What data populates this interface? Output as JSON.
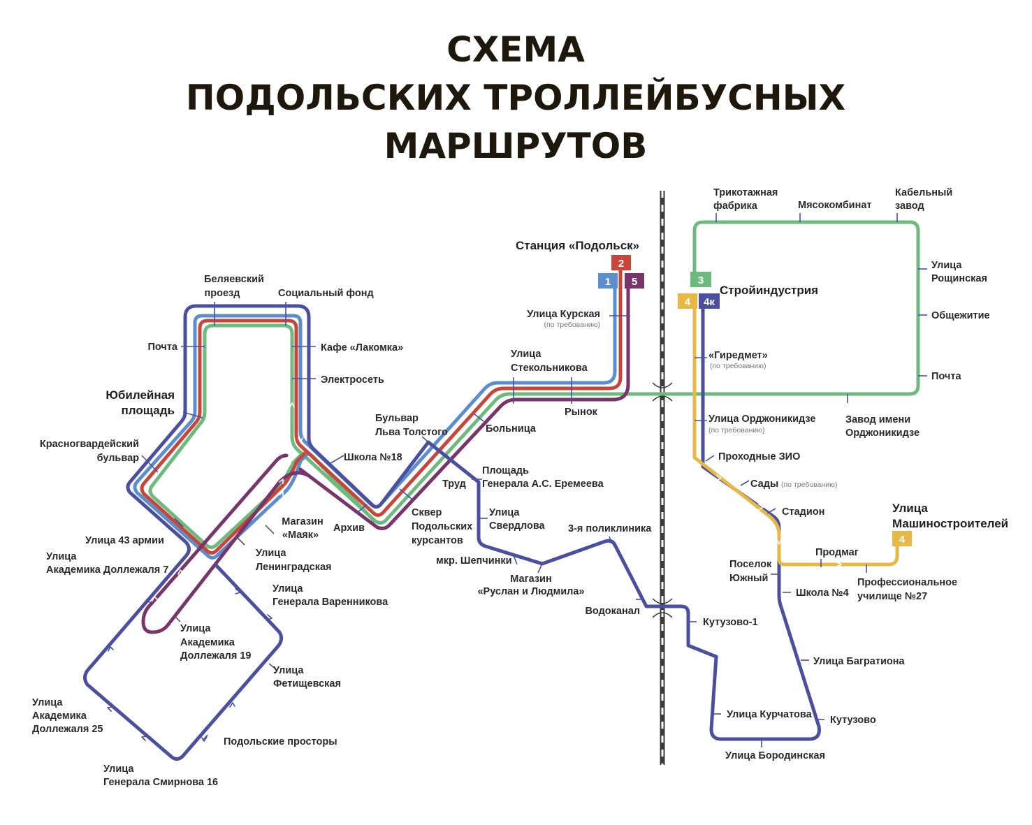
{
  "title": {
    "line1": "СХЕМА",
    "line2": "ПОДОЛЬСКИХ ТРОЛЛЕЙБУСНЫХ",
    "line3": "МАРШРУТОВ"
  },
  "route_colors": {
    "1": "#5b8ecf",
    "2": "#c8453a",
    "3": "#6dba7f",
    "4": "#e8b845",
    "4k": "#4a4fa0",
    "5": "#78356c"
  },
  "routes": [
    {
      "id": "1",
      "label": "1",
      "color": "#5b8ecf"
    },
    {
      "id": "2",
      "label": "2",
      "color": "#c8453a"
    },
    {
      "id": "3",
      "label": "3",
      "color": "#6dba7f"
    },
    {
      "id": "4",
      "label": "4",
      "color": "#e8b845"
    },
    {
      "id": "4k",
      "label": "4к",
      "color": "#4a4fa0"
    },
    {
      "id": "5",
      "label": "5",
      "color": "#78356c"
    }
  ],
  "terminals": {
    "podolsk": "Станция «Подольск»",
    "stroyindustriya": "Стройиндустрия",
    "mashinostroitelei_1": "Улица",
    "mashinostroitelei_2": "Машиностроителей",
    "yubileynaya_1": "Юбилейная",
    "yubileynaya_2": "площадь"
  },
  "railway_icon": "railway-line",
  "stops": {
    "belyaevsky_1": "Беляевский",
    "belyaevsky_2": "проезд",
    "social_fund": "Социальный фонд",
    "pochta_west": "Почта",
    "lakomka": "Кафе «Лакомка»",
    "elektroset": "Электросеть",
    "krasnogv_1": "Красногвардейский",
    "krasnogv_2": "бульвар",
    "shkola18": "Школа №18",
    "tolstoy_1": "Бульвар",
    "tolstoy_2": "Льва Толстого",
    "trud": "Труд",
    "arhiv": "Архив",
    "skver_1": "Сквер",
    "skver_2": "Подольских",
    "skver_3": "курсантов",
    "bolnitsa": "Больница",
    "steklo_1": "Улица",
    "steklo_2": "Стекольникова",
    "kurskaya": "Улица Курская",
    "kurskaya_note": "(по требованию)",
    "rynok": "Рынок",
    "eremeev_1": "Площадь",
    "eremeev_2": "Генерала А.С. Еремеева",
    "sverdlova_1": "Улица",
    "sverdlova_2": "Свердлова",
    "shepchinki": "мкр. Шепчинки",
    "ruslan_1": "Магазин",
    "ruslan_2": "«Руслан и Людмила»",
    "poliklinika3": "3-я поликлиника",
    "vodokanal": "Водоканал",
    "mayak_1": "Магазин",
    "mayak_2": "«Маяк»",
    "leningr_1": "Улица",
    "leningr_2": "Ленинградская",
    "a43": "Улица 43 армии",
    "dolle7_1": "Улица",
    "dolle7_2": "Академика Доллежаля 7",
    "varennikova_1": "Улица",
    "varennikova_2": "Генерала Варенникова",
    "dolle19_1": "Улица",
    "dolle19_2": "Академика",
    "dolle19_3": "Доллежаля 19",
    "fetishch_1": "Улица",
    "fetishch_2": "Фетищевская",
    "dolle25_1": "Улица",
    "dolle25_2": "Академика",
    "dolle25_3": "Доллежаля 25",
    "prostory": "Подольские просторы",
    "smirnova_1": "Улица",
    "smirnova_2": "Генерала Смирнова 16",
    "trikot_1": "Трикотажная",
    "trikot_2": "фабрика",
    "myaso": "Мясокомбинат",
    "kabel_1": "Кабельный",
    "kabel_2": "завод",
    "roshch_1": "Улица",
    "roshch_2": "Рощинская",
    "obshchezh": "Общежитие",
    "pochta_east": "Почта",
    "zavod_ordzh_1": "Завод имени",
    "zavod_ordzh_2": "Орджоникидзе",
    "giredmet": "«Гиредмет»",
    "giredmet_note": "(по требованию)",
    "ordzh": "Улица Орджоникидзе",
    "ordzh_note": "(по требованию)",
    "prohodnye": "Проходные ЗИО",
    "sady": "Сады",
    "sady_note": "(по требованию)",
    "stadion": "Стадион",
    "poselok_1": "Поселок",
    "poselok_2": "Южный",
    "prodmag": "Продмаг",
    "uchilishche_1": "Профессиональное",
    "uchilishche_2": "училище №27",
    "shkola4": "Школа №4",
    "bagrationa": "Улица Багратиона",
    "kutuzovo": "Кутузово",
    "kutuzovo1": "Кутузово-1",
    "kurchatova": "Улица Курчатова",
    "borodinskaya": "Улица Бородинская"
  }
}
